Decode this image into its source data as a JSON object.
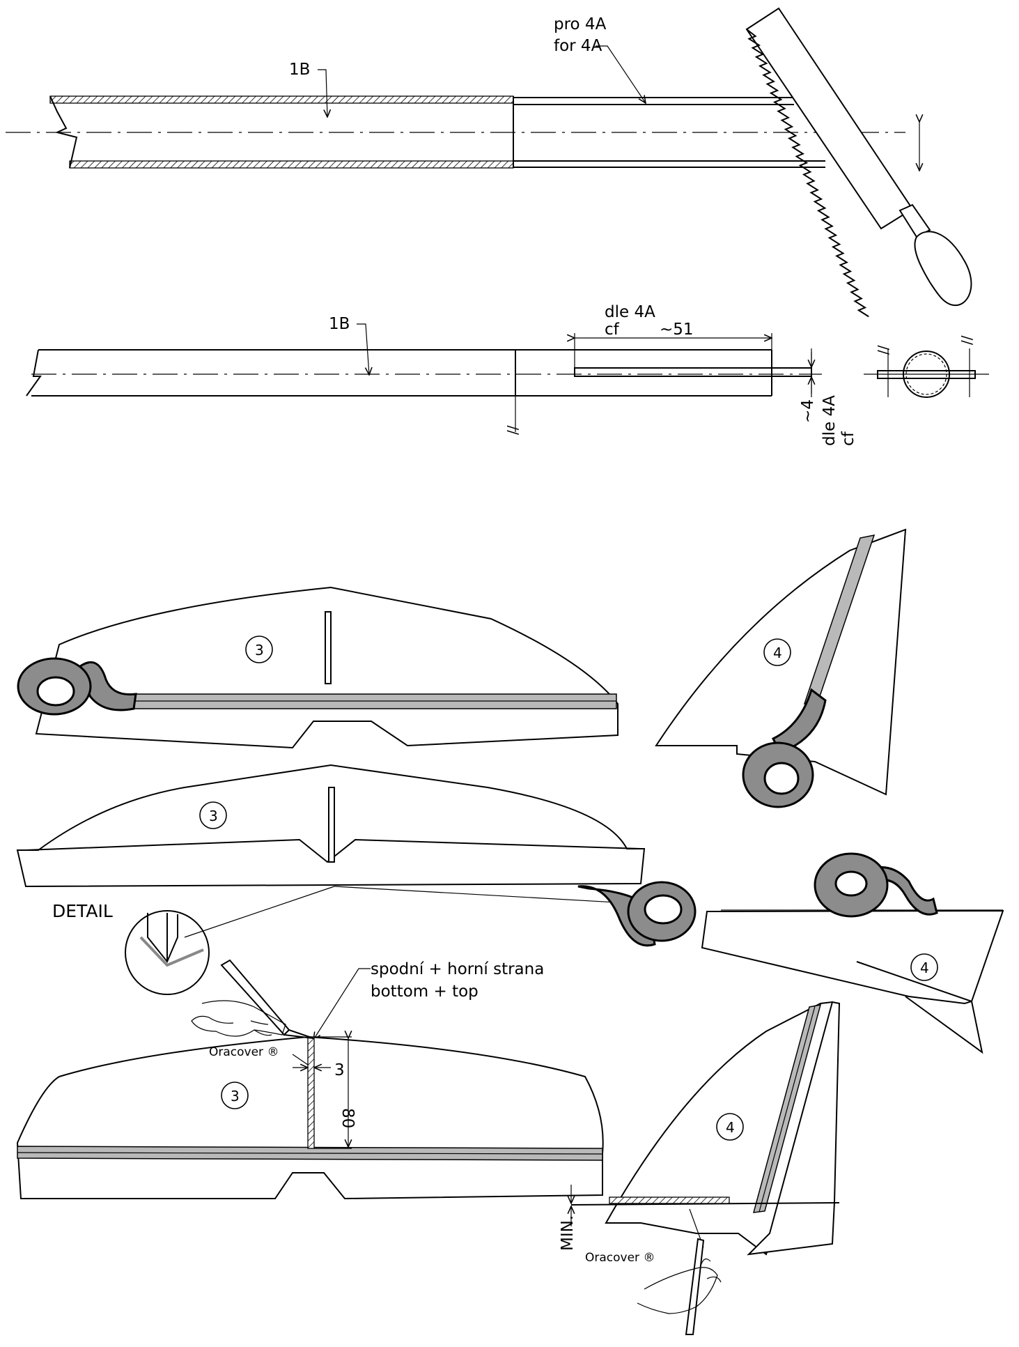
{
  "step1": {
    "tube_label": "1B",
    "insert_label_cz": "pro 4A",
    "insert_label_en": "for 4A"
  },
  "step2": {
    "tube_label": "1B",
    "ref_cz": "dle 4A",
    "ref_en": "cf",
    "length_dim": "~51",
    "depth_dim": "~4",
    "depth_ref_cz": "dle 4A",
    "depth_ref_en": "cf",
    "parallel_mark": "//",
    "parallel_mark_side": "//",
    "parallel_mark_side2": "//"
  },
  "parts": {
    "stabilizer_number": "3",
    "fin_number": "4"
  },
  "detail": {
    "title": "DETAIL",
    "note_cz": "spodní + horní strana",
    "note_en": "bottom + top",
    "material": "Oracover ®",
    "material_2": "Oracover ®",
    "dim_width": "3",
    "dim_length": "80",
    "min_label": "MIN."
  },
  "colors": {
    "line": "#000000",
    "tape": "#8c8c8c",
    "strip": "#b9b9b9",
    "background": "#ffffff"
  }
}
